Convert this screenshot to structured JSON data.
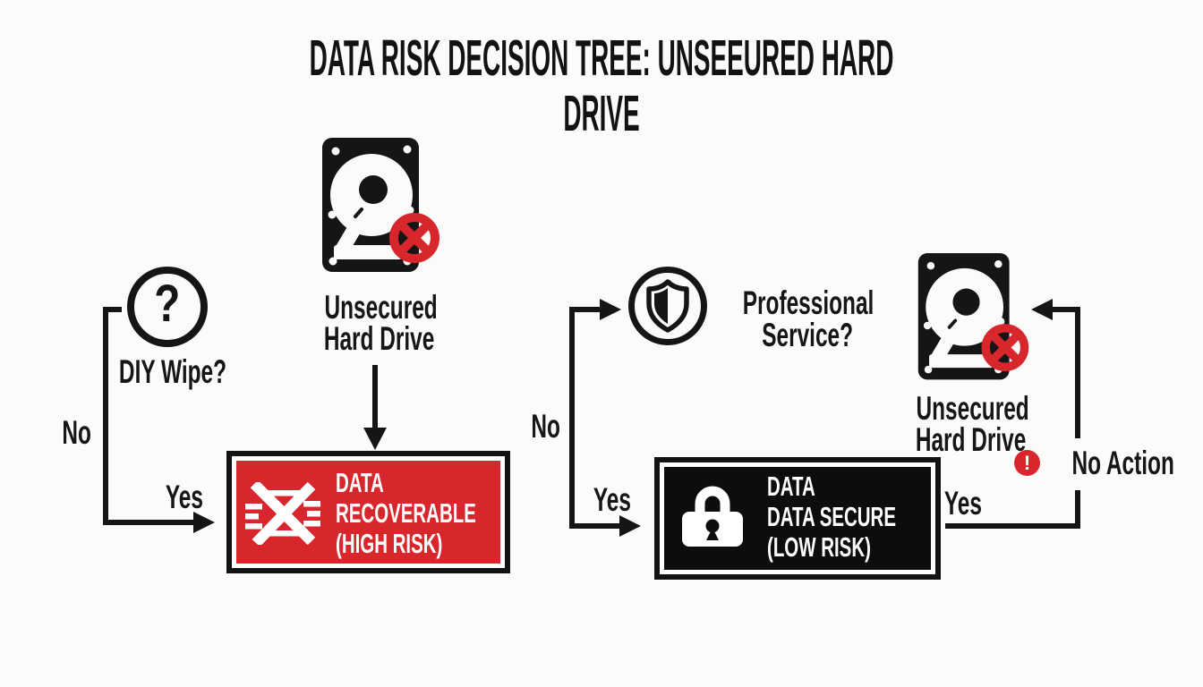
{
  "title": "DATA RISK DECISION TREE: UNSEEURED HARD DRIVE",
  "colors": {
    "red": "#d7262c",
    "ink": "#151515",
    "background": "#fbfbf9"
  },
  "glyphs": {
    "question_mark": "?",
    "exclamation": "!"
  },
  "nodes": {
    "diy_wipe": {
      "label": "DIY Wipe?"
    },
    "unsecured_drive_top": {
      "line1": "Unsecured",
      "line2": "Hard Drive"
    },
    "professional_service": {
      "line1": "Professional",
      "line2": "Service?"
    },
    "unsecured_drive_right": {
      "line1": "Unsecured",
      "line2": "Hard Drive"
    },
    "high_risk_box": {
      "line1": "DATA",
      "line2": "RECOVERABLE",
      "line3": "(HIGH RISK)"
    },
    "secure_box": {
      "line1": "DATA",
      "line2": "DATA SECURE",
      "line3": "(LOW RISK)"
    },
    "no_action": {
      "label": "No Action"
    }
  },
  "edges": {
    "diy_no": "No",
    "diy_yes": "Yes",
    "service_no": "No",
    "service_yes": "Yes",
    "secure_yes": "Yes"
  }
}
